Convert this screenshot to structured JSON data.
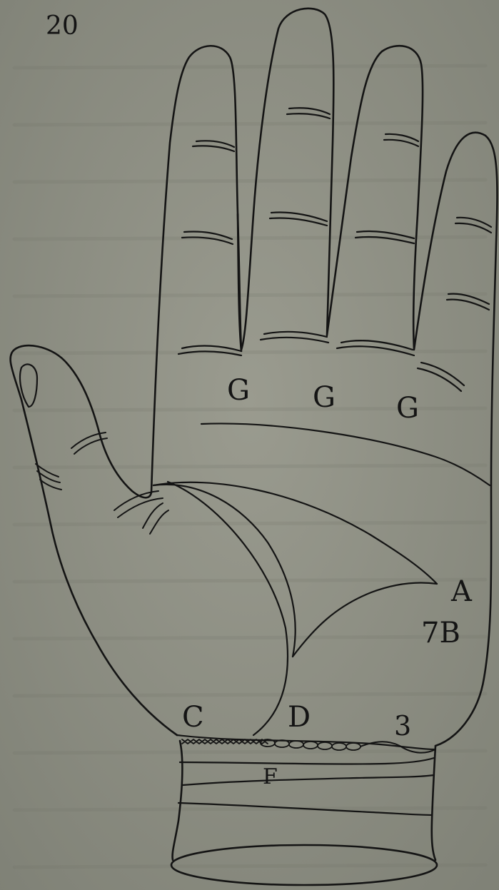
{
  "page_number": "20",
  "labels": {
    "g1": "G",
    "g2": "G",
    "g3": "G",
    "a": "A",
    "b": "7B",
    "c": "C",
    "d": "D",
    "three": "3",
    "f": "F"
  },
  "colors": {
    "paper": "#8e8f84",
    "ink": "#141414"
  }
}
